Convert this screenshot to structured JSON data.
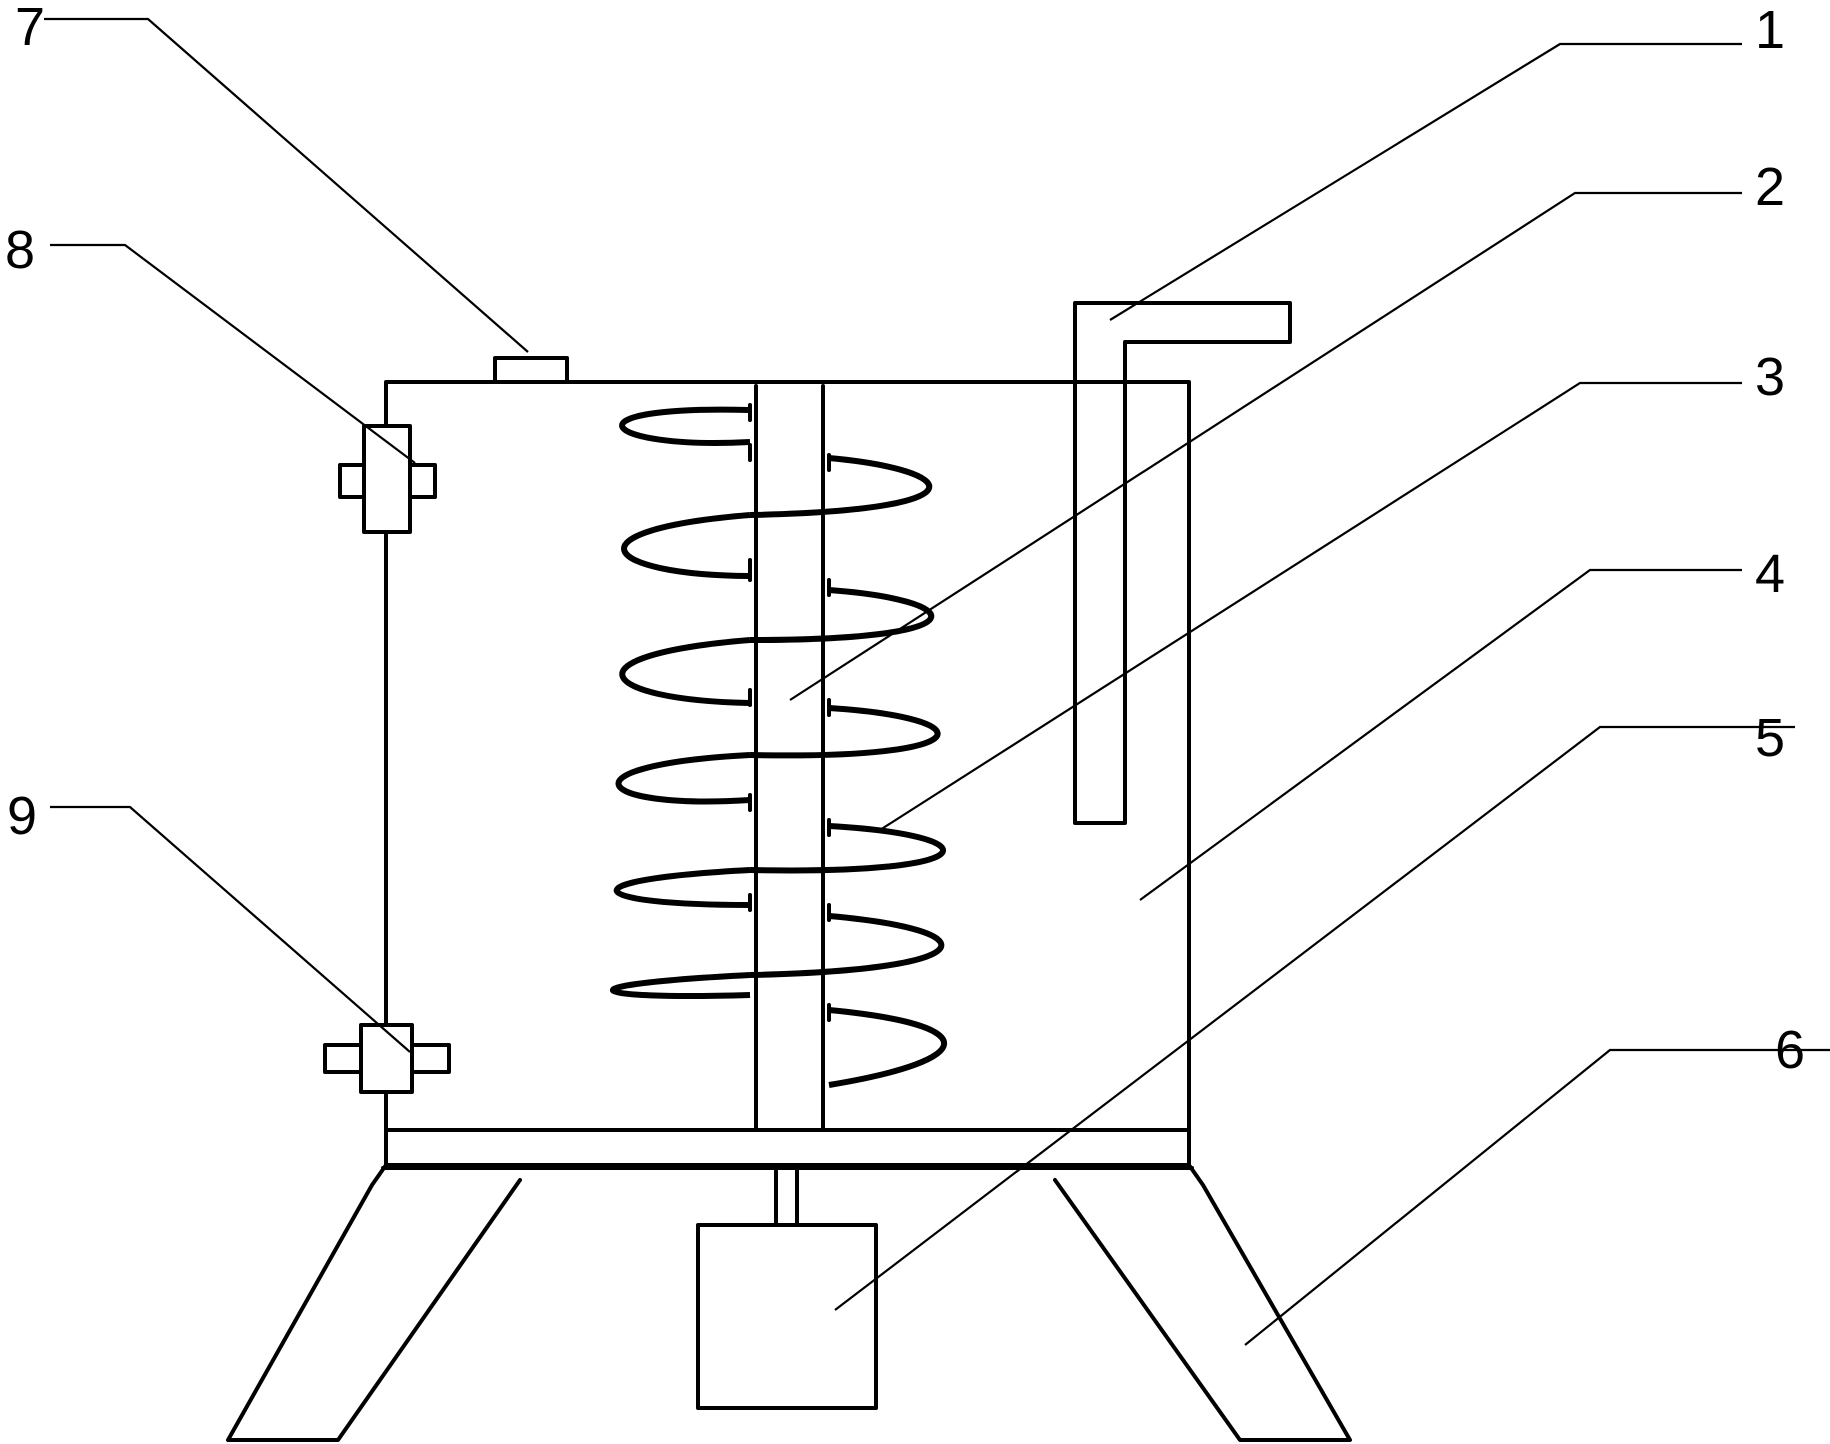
{
  "callouts": [
    {
      "number": "1"
    },
    {
      "number": "2"
    },
    {
      "number": "3"
    },
    {
      "number": "4"
    },
    {
      "number": "5"
    },
    {
      "number": "6"
    },
    {
      "number": "7"
    },
    {
      "number": "8"
    },
    {
      "number": "9"
    }
  ],
  "colors": {
    "line": "#000000",
    "background": "#ffffff"
  }
}
